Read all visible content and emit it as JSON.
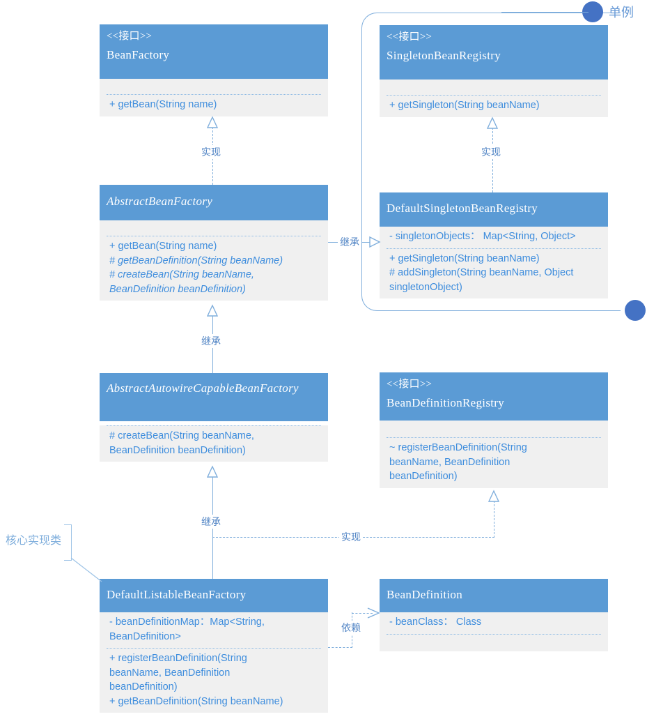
{
  "diagram": {
    "title": "Spring BeanFactory UML class diagram",
    "colors": {
      "header_fill": "#5B9BD5",
      "body_fill": "#F0F0F0",
      "member_text": "#3E8DDD",
      "connector": "#7FAEDC",
      "dot": "#4472C4",
      "note": "#7FAEDC"
    },
    "stereotype_label": "<<接口>>"
  },
  "classes": {
    "bean_factory": {
      "stereotype": "<<接口>>",
      "name": "BeanFactory",
      "attributes": [],
      "operations": [
        "+ getBean(String name)"
      ]
    },
    "singleton_bean_registry": {
      "stereotype": "<<接口>>",
      "name": "SingletonBeanRegistry",
      "attributes": [],
      "operations": [
        "+ getSingleton(String beanName)"
      ]
    },
    "abstract_bean_factory": {
      "stereotype": "",
      "name": "AbstractBeanFactory",
      "attributes": [],
      "operations": [
        "+ getBean(String name)",
        "# getBeanDefinition(String beanName)",
        "# createBean(String beanName,\nBeanDefinition beanDefinition)"
      ]
    },
    "default_singleton_bean_registry": {
      "stereotype": "",
      "name": "DefaultSingletonBeanRegistry",
      "attributes": [
        "- singletonObjects： Map<String, Object>"
      ],
      "operations": [
        "+ getSingleton(String beanName)",
        "# addSingleton(String beanName, Object\nsingletonObject)"
      ]
    },
    "abstract_autowire_capable_bean_factory": {
      "stereotype": "",
      "name": "AbstractAutowireCapableBeanFactory",
      "attributes": [],
      "operations": [
        "# createBean(String beanName,\nBeanDefinition beanDefinition)"
      ]
    },
    "bean_definition_registry": {
      "stereotype": "<<接口>>",
      "name": "BeanDefinitionRegistry",
      "attributes": [],
      "operations": [
        "~ registerBeanDefinition(String\nbeanName, BeanDefinition\nbeanDefinition)"
      ]
    },
    "default_listable_bean_factory": {
      "stereotype": "",
      "name": "DefaultListableBeanFactory",
      "attributes": [
        "- beanDefinitionMap：Map<String,\nBeanDefinition>"
      ],
      "operations": [
        "+ registerBeanDefinition(String\nbeanName, BeanDefinition\nbeanDefinition)",
        "+ getBeanDefinition(String beanName)"
      ]
    },
    "bean_definition": {
      "stereotype": "",
      "name": "BeanDefinition",
      "attributes": [
        "- beanClass： Class"
      ],
      "operations": []
    }
  },
  "connectors": {
    "impl_beanfactory": "实现",
    "impl_singletonregistry": "实现",
    "inherit_abstract_to_default_singleton": "继承",
    "inherit_autowire_to_abstract": "继承",
    "inherit_listable_to_autowire": "继承",
    "impl_listable_to_registry": "实现",
    "depend_listable_to_definition": "依赖"
  },
  "annotations": {
    "singleton_note": "单例",
    "core_impl_note": "核心实现类"
  }
}
